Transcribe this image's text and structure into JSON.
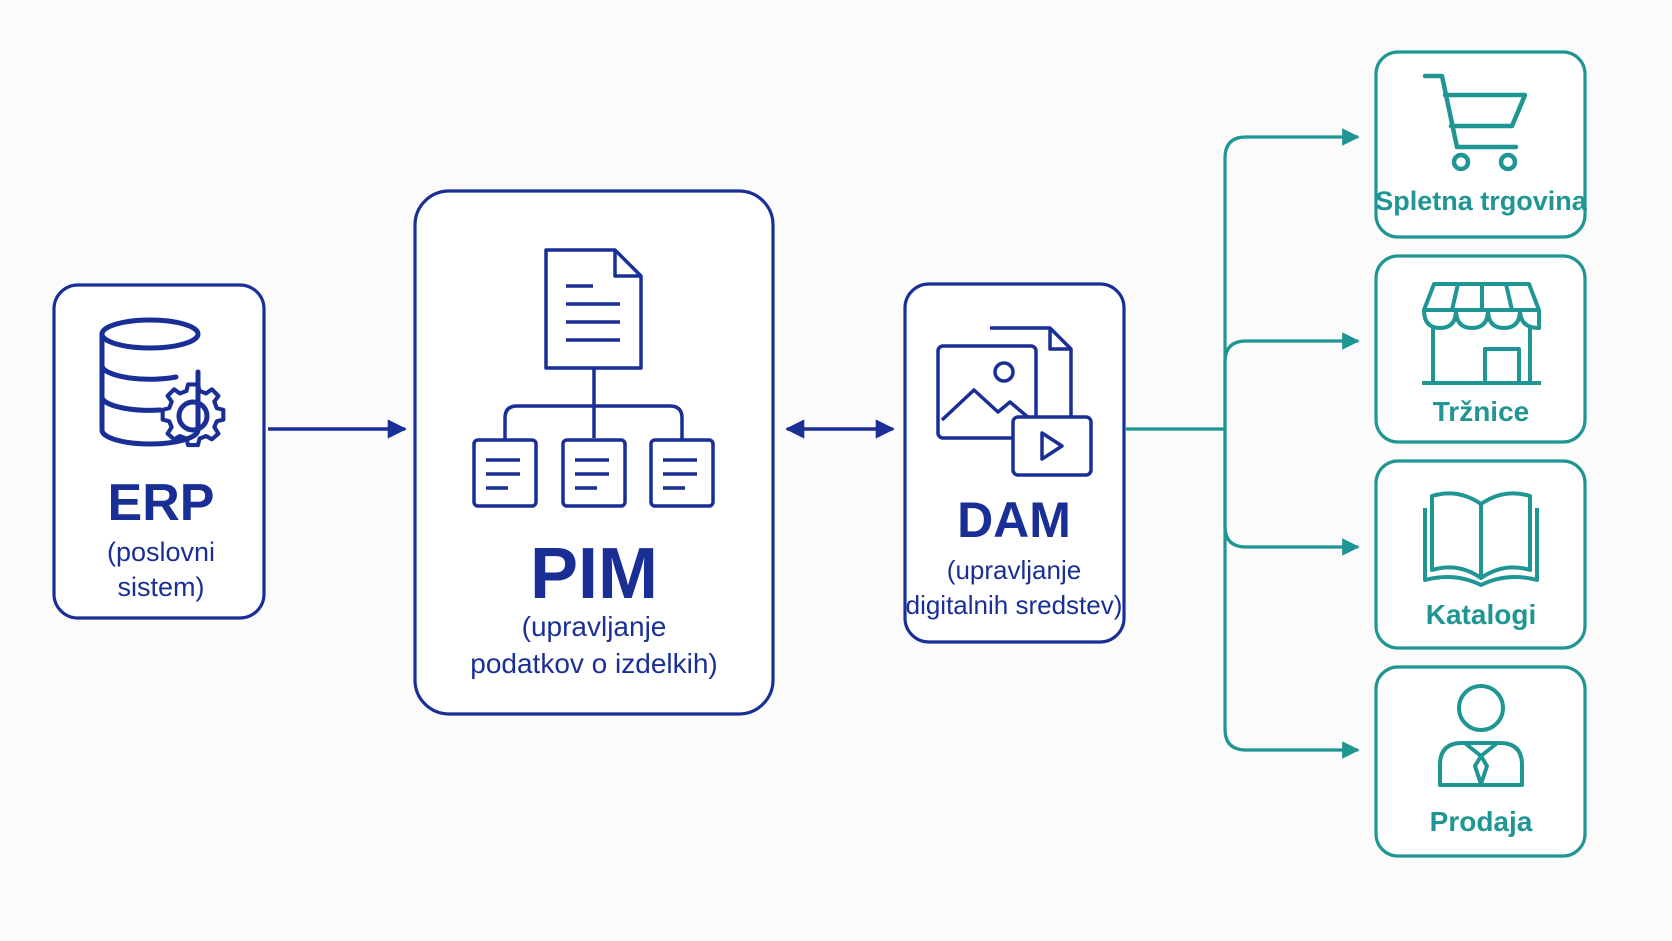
{
  "colors": {
    "blue": "#1a2f96",
    "teal": "#1f9594",
    "background": "#fbfbfb"
  },
  "nodes": {
    "erp": {
      "title": "ERP",
      "subtitle_line1": "(poslovni",
      "subtitle_line2": "sistem)",
      "icon": "database-gear-icon"
    },
    "pim": {
      "title": "PIM",
      "subtitle_line1": "(upravljanje",
      "subtitle_line2": "podatkov o izdelkih)",
      "icon": "document-hierarchy-icon"
    },
    "dam": {
      "title": "DAM",
      "subtitle_line1": "(upravljanje",
      "subtitle_line2": "digitalnih sredstev)",
      "icon": "image-video-files-icon"
    }
  },
  "channels": [
    {
      "label": "Spletna trgovina",
      "icon": "shopping-cart-icon"
    },
    {
      "label": "Tržnice",
      "icon": "storefront-icon"
    },
    {
      "label": "Katalogi",
      "icon": "open-book-icon"
    },
    {
      "label": "Prodaja",
      "icon": "salesperson-icon"
    }
  ]
}
